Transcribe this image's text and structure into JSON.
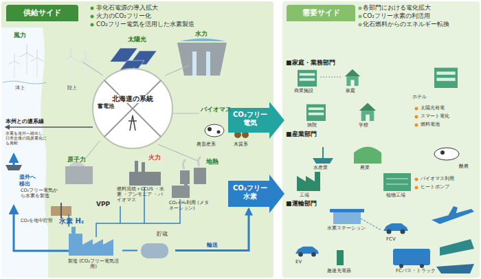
{
  "diagram": {
    "nodes": [
      {
        "text": [
          "供給サイド",
          "非化石電源の導入拡大",
          "火力のCO₂フリー化",
          "CO₂フリー電気を活用した水素製造"
        ]
      },
      {
        "text": [
          "北海道の系統"
        ],
        "in": 0
      },
      {
        "text": [
          "水素 H₂",
          "製造 (CO₂フリー電気活用)"
        ],
        "in": 0
      },
      {
        "text": [
          "貯蔵"
        ],
        "in": 0
      },
      {
        "text": [
          "CO₂フリー電気"
        ]
      },
      {
        "text": [
          "CO₂フリー水素"
        ]
      },
      {
        "text": [
          "需要サイド",
          "各部門における電化拡大",
          "CO₂フリー水素の利活用",
          "化石燃料からのエネルギー転換"
        ]
      },
      {
        "text": [
          "■家庭・業務部門"
        ],
        "in": 6
      },
      {
        "text": [
          "■産業部門"
        ],
        "in": 6
      },
      {
        "text": [
          "■運輸部門"
        ],
        "in": 6
      }
    ],
    "edges": [
      {
        "from": 2,
        "to": 3,
        "arrow": "none"
      },
      {
        "from": 3,
        "to": 5,
        "label": "輸送",
        "arrow": "to"
      }
    ],
    "labels": [
      "風力",
      "洋上",
      "陸上",
      "太陽光",
      "水力",
      "バイオマス",
      "農畜産系",
      "木質系",
      "地熱",
      "原子力",
      "蓄電池",
      "VPP",
      "火力",
      "燃料混焼＋CCUS ・水素 ・アンモニア ・バイオマス",
      "CO₂+H₂利用 (メタネーション)",
      "CO₂フリー電気から水素を製造",
      "CO₂を地中貯留",
      "本州との連系線",
      "水素を道外へ移出し、日本全体の脱炭素化にも貢献",
      "道外へ移出",
      "商業施設",
      "家庭",
      "ホテル",
      "病院",
      "学校",
      "太陽光発電",
      "スマート電化",
      "燃料電池",
      "水産業",
      "農業",
      "酪農",
      "工場",
      "植物工場",
      "バイオマス利用",
      "ヒートポンプ",
      "水素ステーション",
      "FCV",
      "EV",
      "急速充電器",
      "FCバス・トラック"
    ]
  }
}
